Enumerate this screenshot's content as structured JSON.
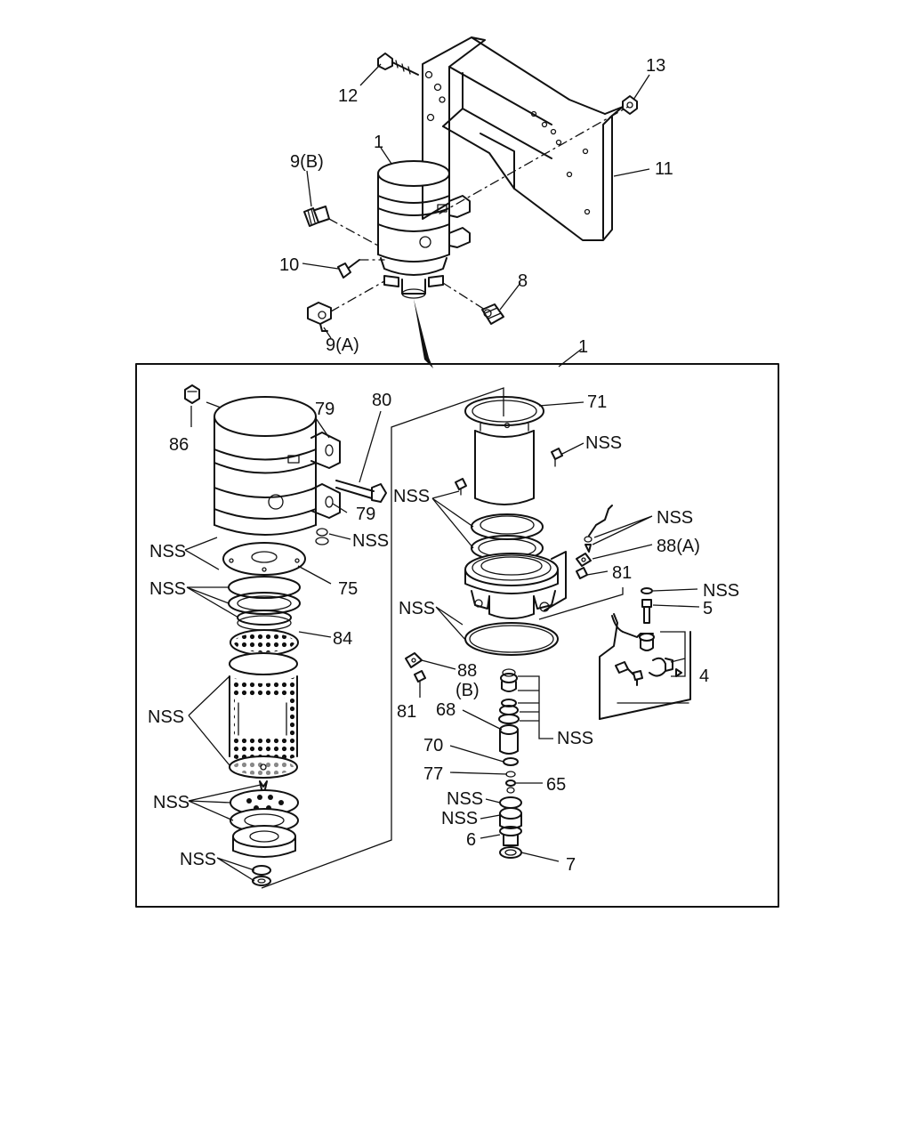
{
  "callouts": {
    "c12": "12",
    "c13": "13",
    "c1_top": "1",
    "c11": "11",
    "c9b": "9(B)",
    "c10": "10",
    "c8": "8",
    "c9a": "9(A)",
    "c1_box": "1",
    "c86": "86",
    "c79_top": "79",
    "c80": "80",
    "c79_bottom": "79",
    "c71": "71",
    "nss_71_screw": "NSS",
    "nss_left_cap": "NSS",
    "nss_left_washers": "NSS",
    "c75": "75",
    "nss_left_seals": "NSS",
    "c84": "84",
    "nss_left_element": "NSS",
    "nss_left_plates": "NSS",
    "nss_left_bottom": "NSS",
    "nss_right_seals": "NSS",
    "nss_right_wire": "NSS",
    "c88a": "88(A)",
    "c81_right": "81",
    "nss_right_oring": "NSS",
    "nss_right_housing": "NSS",
    "c5": "5",
    "c4": "4",
    "c88b": "88",
    "c88b_sub": "(B)",
    "c81_left": "81",
    "c68": "68",
    "nss_valve_stack": "NSS",
    "c70": "70",
    "c77": "77",
    "c65": "65",
    "nss_valve_1": "NSS",
    "nss_valve_2": "NSS",
    "c6": "6",
    "c7": "7"
  }
}
